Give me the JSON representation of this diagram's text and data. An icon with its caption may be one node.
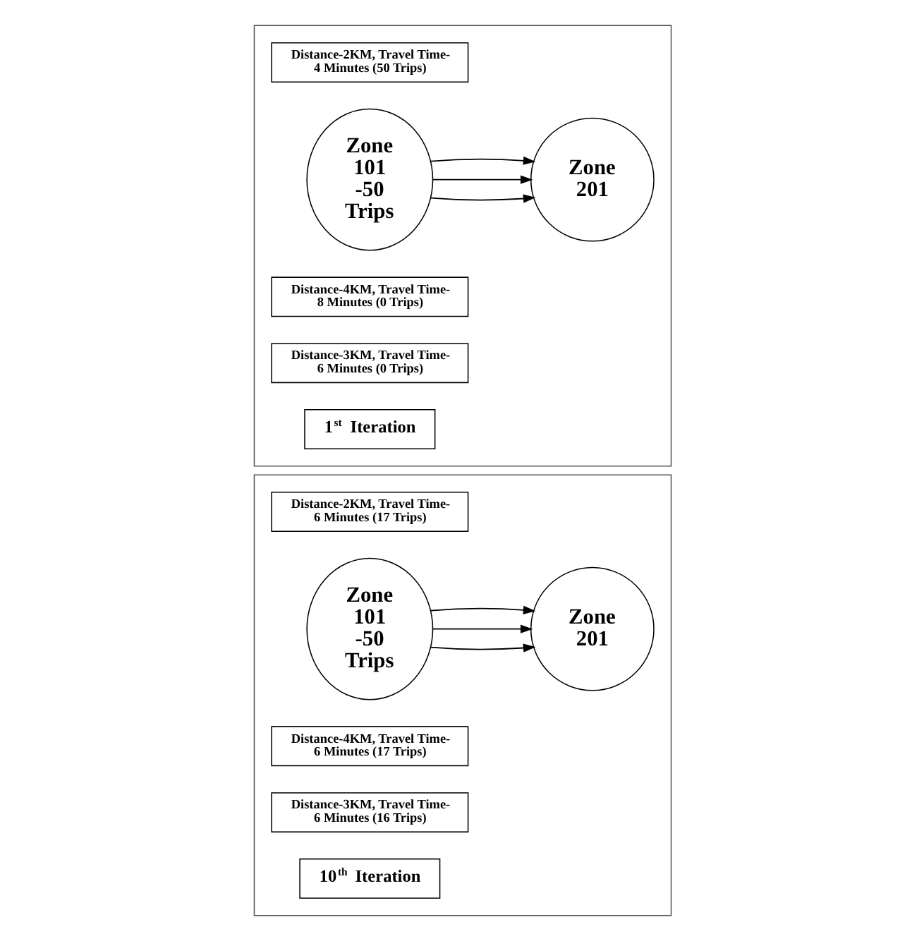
{
  "diagram": {
    "nodes": [
      {
        "text": [],
        "shape": "box"
      },
      {
        "text": [
          "Distance-2KM, Travel Time- 4 Minutes (50 Trips)"
        ],
        "in": 0
      },
      {
        "text": [
          "Zone 101 -50 Trips"
        ],
        "in": 0
      },
      {
        "text": [
          "Distance-4KM, Travel Time- 8 Minutes (0 Trips)"
        ],
        "in": 0
      },
      {
        "text": [
          "Zone 201"
        ],
        "in": 0
      },
      {
        "text": [
          "Distance-3KM, Travel Time- 6 Minutes (0 Trips)"
        ],
        "in": 0
      },
      {
        "text": [
          "1$^{st}$ Iteration"
        ],
        "in": 0
      },
      {
        "text": [],
        "shape": "box"
      },
      {
        "text": [
          "Distance-2KM, Travel Time- 6 Minutes (17 Trips)"
        ],
        "in": 7
      },
      {
        "text": [
          "Zone 101 -50 Trips"
        ],
        "in": 7
      },
      {
        "text": [
          "Distance-4KM, Travel Time- 6 Minutes (17 Trips)"
        ],
        "in": 7
      },
      {
        "text": [
          "Zone 201"
        ],
        "in": 7
      },
      {
        "text": [
          "Distance-3KM, Travel Time- 6 Minutes (16 Trips)"
        ],
        "in": 7
      },
      {
        "text": [
          "10$^{th}$ Iteration"
        ],
        "in": 7
      }
    ],
    "edges": [
      {
        "from": 2,
        "to": 4,
        "arrow": "to"
      },
      {
        "from": 2,
        "to": 4,
        "arrow": "to"
      },
      {
        "from": 2,
        "to": 4,
        "arrow": "to"
      },
      {
        "from": 9,
        "to": 11,
        "arrow": "to"
      },
      {
        "from": 9,
        "to": 11,
        "arrow": "to"
      },
      {
        "from": 9,
        "to": 11,
        "arrow": "to"
      }
    ]
  }
}
